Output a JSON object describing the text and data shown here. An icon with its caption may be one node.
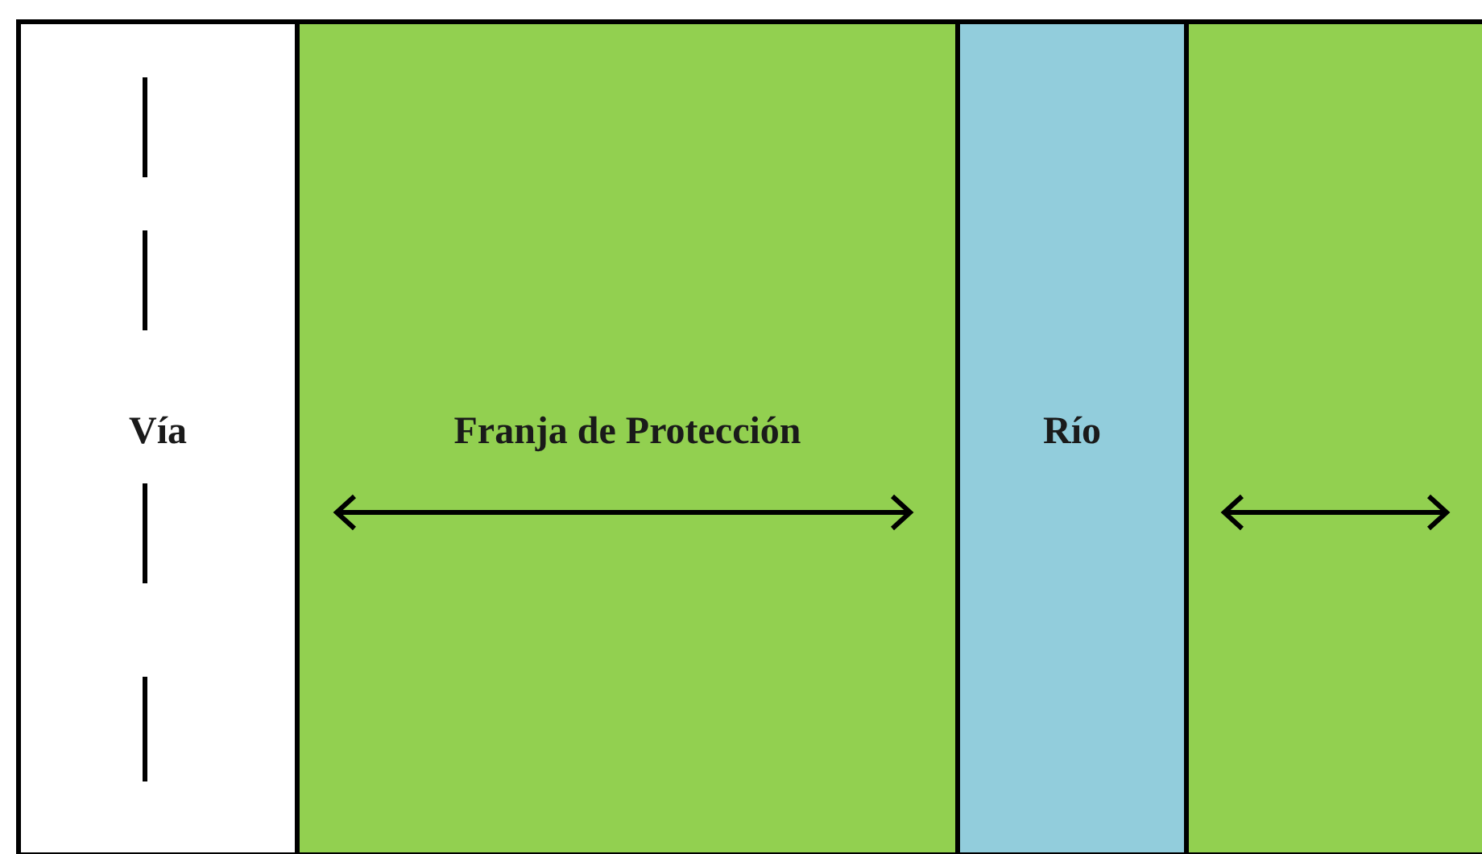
{
  "diagram": {
    "nodes": [
      {
        "text": [
          "Vía"
        ]
      },
      {
        "text": [
          "Franja de Protección"
        ]
      },
      {
        "text": [
          "Río"
        ]
      },
      {
        "text": [],
        "shape": "box"
      }
    ]
  }
}
